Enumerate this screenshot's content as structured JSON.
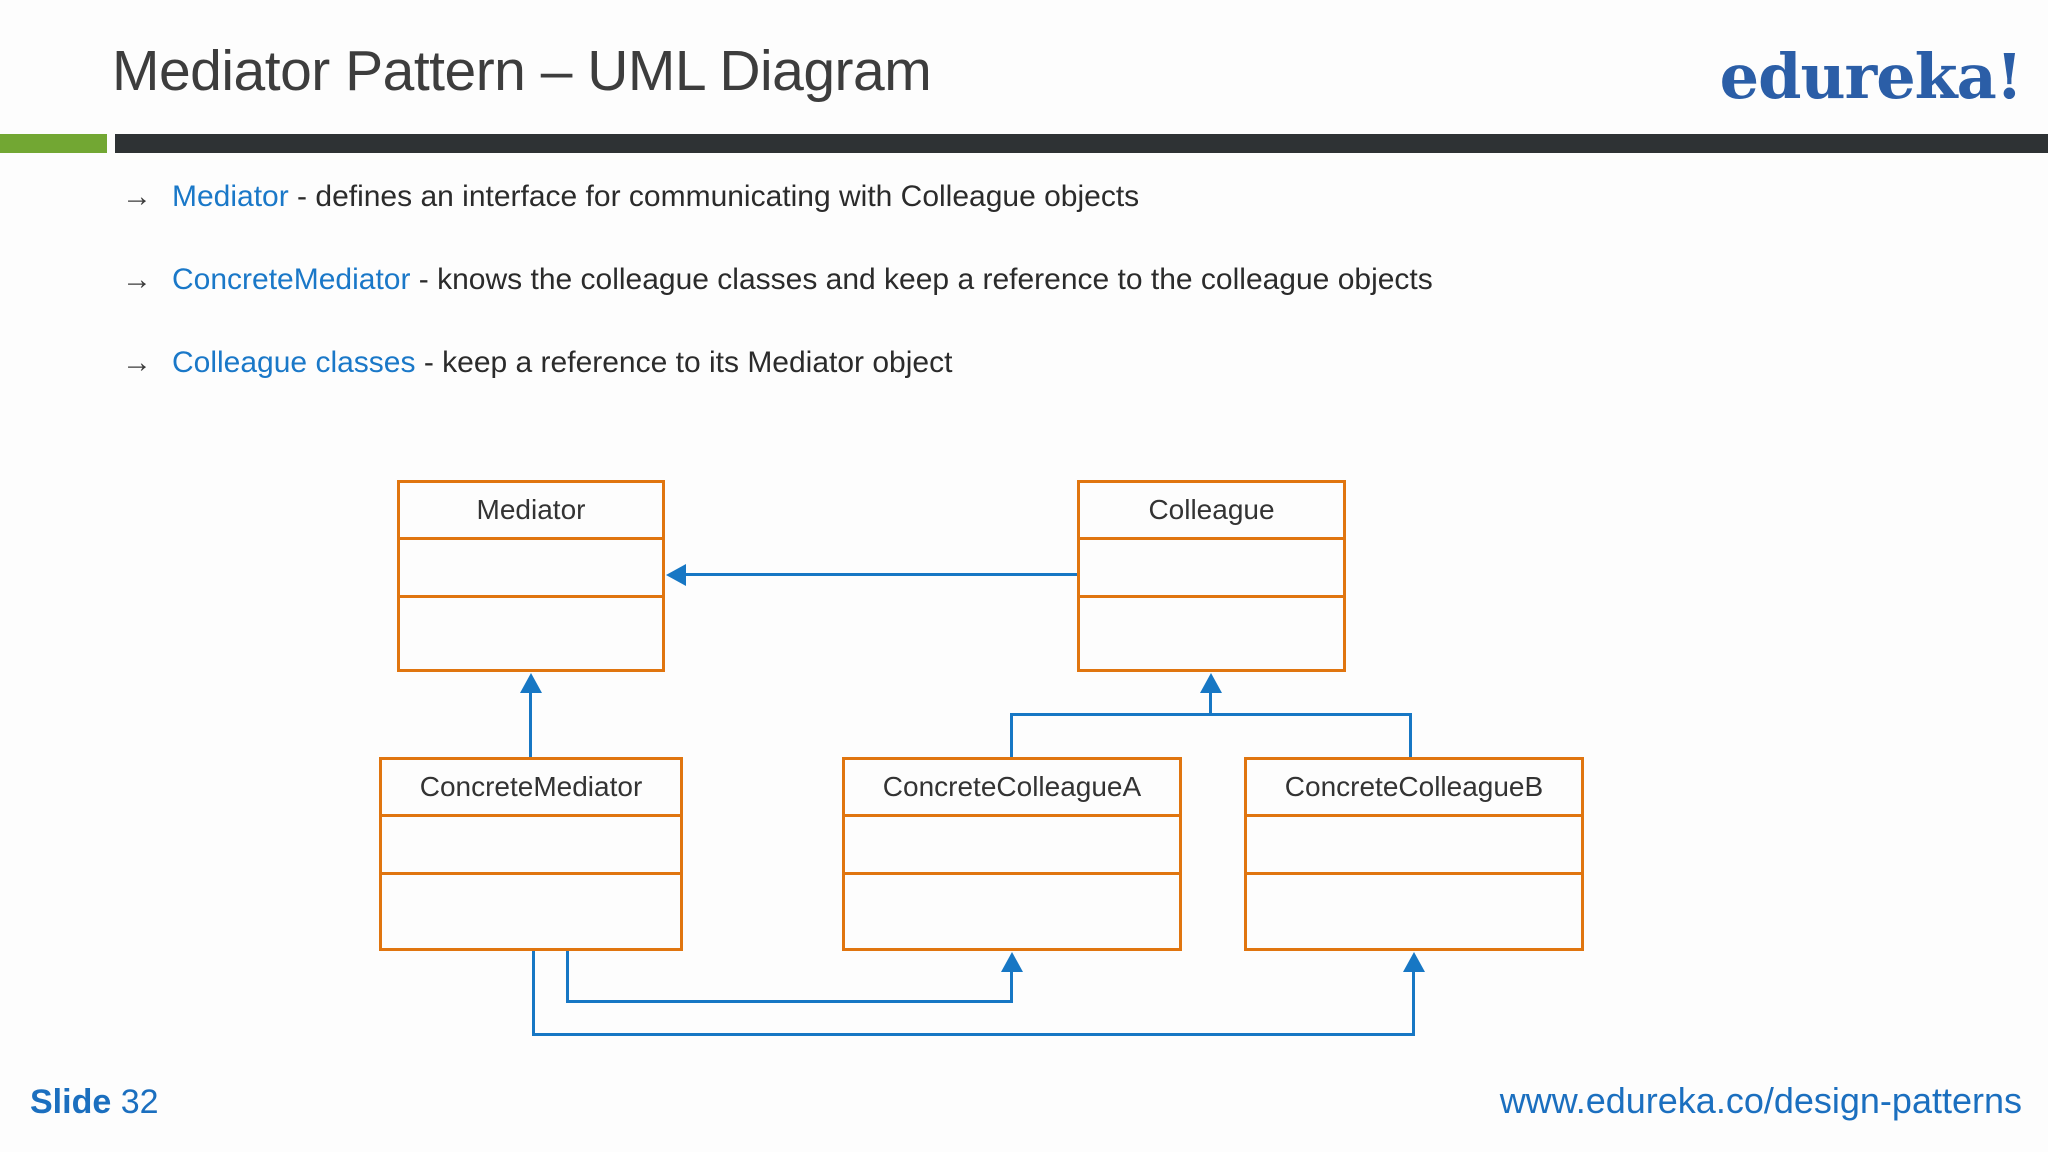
{
  "header": {
    "title": "Mediator Pattern – UML Diagram",
    "logo_text": "edureka!"
  },
  "bullet_marker": "→",
  "bullets": [
    {
      "term": "Mediator",
      "text": " - defines an interface for communicating with Colleague objects"
    },
    {
      "term": "ConcreteMediator",
      "text": " - knows the colleague classes and keep a reference to the colleague objects"
    },
    {
      "term": "Colleague classes",
      "text": " - keep a reference to its Mediator object"
    }
  ],
  "diagram": {
    "classes": [
      {
        "name": "Mediator"
      },
      {
        "name": "Colleague"
      },
      {
        "name": "ConcreteMediator"
      },
      {
        "name": "ConcreteColleagueA"
      },
      {
        "name": "ConcreteColleagueB"
      }
    ],
    "relationships": [
      {
        "from": "Colleague",
        "to": "Mediator",
        "type": "arrow"
      },
      {
        "from": "ConcreteMediator",
        "to": "Mediator",
        "type": "arrow"
      },
      {
        "from": "ConcreteColleagueA",
        "to": "Colleague",
        "type": "arrow"
      },
      {
        "from": "ConcreteColleagueB",
        "to": "Colleague",
        "type": "arrow"
      },
      {
        "from": "ConcreteMediator",
        "to": "ConcreteColleagueA",
        "type": "arrow"
      },
      {
        "from": "ConcreteMediator",
        "to": "ConcreteColleagueB",
        "type": "arrow"
      }
    ]
  },
  "footer": {
    "slide_label": "Slide",
    "slide_number": "32",
    "url": "www.edureka.co/design-patterns"
  },
  "colors": {
    "class_box_border": "#E0750F",
    "connector_blue": "#1777C4",
    "term_blue": "#1A78C8",
    "logo_blue": "#2B5EA7",
    "footer_blue": "#1B6FBF",
    "title_gray": "#3D3D3D",
    "header_bar_dark": "#2E3234",
    "header_bar_green": "#72A733"
  }
}
